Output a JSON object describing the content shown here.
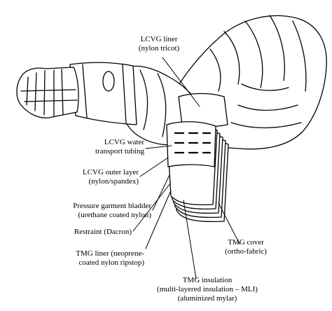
{
  "labels": {
    "lcvg_liner": {
      "line1": "LCVG liner",
      "line2": "(nylon tricot)"
    },
    "lcvg_water": {
      "line1": "LCVG water",
      "line2": "transport tubing"
    },
    "lcvg_outer": {
      "line1": "LCVG outer layer",
      "line2": "(nylon/spandex)"
    },
    "bladder": {
      "line1": "Pressure garment bladder",
      "line2": "(urethane coated nylon)"
    },
    "restraint": {
      "line1": "Restraint (Dacron)"
    },
    "tmg_liner": {
      "line1": "TMG liner (neoprene-",
      "line2": "coated nylon ripstop)"
    },
    "tmg_cover": {
      "line1": "TMG cover",
      "line2": "(ortho-fabric)"
    },
    "tmg_insulation": {
      "line1": "TMG insulation",
      "line2": "(multi-layered insulation – MLI)",
      "line3": "(aluminized mylar)"
    }
  },
  "colors": {
    "stroke": "#000000",
    "fill": "#ffffff",
    "shade": "#d9d9d9"
  }
}
